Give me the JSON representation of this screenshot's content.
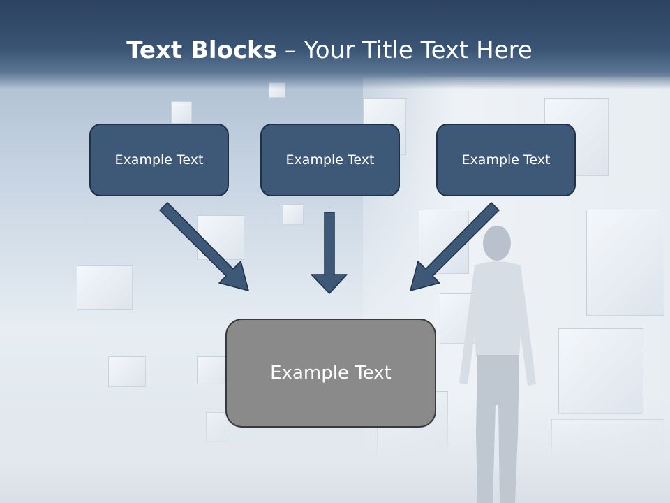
{
  "header": {
    "title_bold": "Text Blocks",
    "title_sep": " – ",
    "title_rest": "Your Title Text Here"
  },
  "blocks": {
    "left": "Example Text",
    "center": "Example Text",
    "right": "Example Text",
    "target": "Example Text"
  },
  "colors": {
    "header": "#2c4260",
    "block_fill": "#3e5878",
    "target_fill": "#8a8a8a",
    "arrow": "#3e5878"
  }
}
